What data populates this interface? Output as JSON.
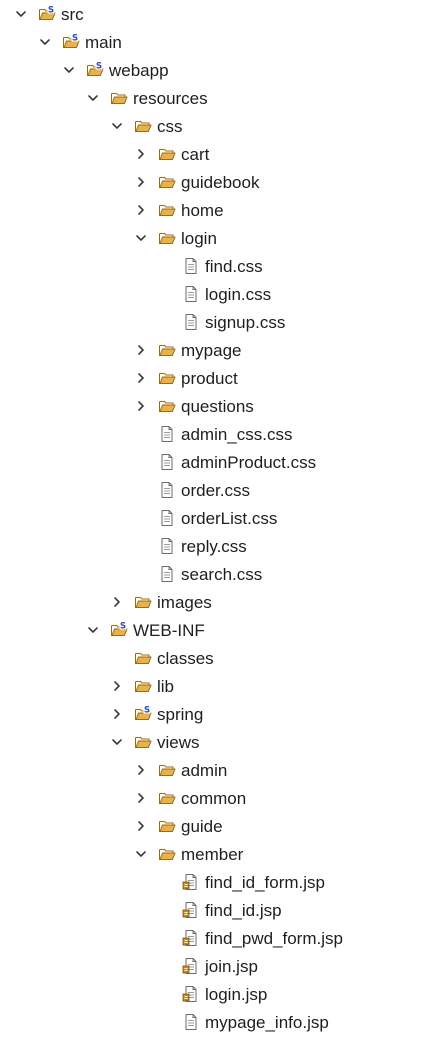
{
  "tree": [
    {
      "label": "src",
      "depth": 0,
      "type": "source-folder",
      "toggle": "open"
    },
    {
      "label": "main",
      "depth": 1,
      "type": "source-folder",
      "toggle": "open"
    },
    {
      "label": "webapp",
      "depth": 2,
      "type": "source-folder",
      "toggle": "open"
    },
    {
      "label": "resources",
      "depth": 3,
      "type": "folder-open",
      "toggle": "open"
    },
    {
      "label": "css",
      "depth": 4,
      "type": "folder-open",
      "toggle": "open"
    },
    {
      "label": "cart",
      "depth": 5,
      "type": "folder",
      "toggle": "closed"
    },
    {
      "label": "guidebook",
      "depth": 5,
      "type": "folder",
      "toggle": "closed"
    },
    {
      "label": "home",
      "depth": 5,
      "type": "folder",
      "toggle": "closed"
    },
    {
      "label": "login",
      "depth": 5,
      "type": "folder-open",
      "toggle": "open"
    },
    {
      "label": "find.css",
      "depth": 6,
      "type": "file",
      "toggle": "none"
    },
    {
      "label": "login.css",
      "depth": 6,
      "type": "file",
      "toggle": "none"
    },
    {
      "label": "signup.css",
      "depth": 6,
      "type": "file",
      "toggle": "none"
    },
    {
      "label": "mypage",
      "depth": 5,
      "type": "folder",
      "toggle": "closed"
    },
    {
      "label": "product",
      "depth": 5,
      "type": "folder",
      "toggle": "closed"
    },
    {
      "label": "questions",
      "depth": 5,
      "type": "folder",
      "toggle": "closed"
    },
    {
      "label": "admin_css.css",
      "depth": 5,
      "type": "file",
      "toggle": "none"
    },
    {
      "label": "adminProduct.css",
      "depth": 5,
      "type": "file",
      "toggle": "none"
    },
    {
      "label": "order.css",
      "depth": 5,
      "type": "file",
      "toggle": "none"
    },
    {
      "label": "orderList.css",
      "depth": 5,
      "type": "file",
      "toggle": "none"
    },
    {
      "label": "reply.css",
      "depth": 5,
      "type": "file",
      "toggle": "none"
    },
    {
      "label": "search.css",
      "depth": 5,
      "type": "file",
      "toggle": "none"
    },
    {
      "label": "images",
      "depth": 4,
      "type": "folder",
      "toggle": "closed"
    },
    {
      "label": "WEB-INF",
      "depth": 3,
      "type": "source-folder",
      "toggle": "open"
    },
    {
      "label": "classes",
      "depth": 4,
      "type": "folder",
      "toggle": "none"
    },
    {
      "label": "lib",
      "depth": 4,
      "type": "folder",
      "toggle": "closed"
    },
    {
      "label": "spring",
      "depth": 4,
      "type": "source-folder",
      "toggle": "closed"
    },
    {
      "label": "views",
      "depth": 4,
      "type": "folder-open",
      "toggle": "open"
    },
    {
      "label": "admin",
      "depth": 5,
      "type": "folder",
      "toggle": "closed"
    },
    {
      "label": "common",
      "depth": 5,
      "type": "folder",
      "toggle": "closed"
    },
    {
      "label": "guide",
      "depth": 5,
      "type": "folder",
      "toggle": "closed"
    },
    {
      "label": "member",
      "depth": 5,
      "type": "folder-open",
      "toggle": "open"
    },
    {
      "label": "find_id_form.jsp",
      "depth": 6,
      "type": "jsp",
      "toggle": "none"
    },
    {
      "label": "find_id.jsp",
      "depth": 6,
      "type": "jsp",
      "toggle": "none"
    },
    {
      "label": "find_pwd_form.jsp",
      "depth": 6,
      "type": "jsp",
      "toggle": "none"
    },
    {
      "label": "join.jsp",
      "depth": 6,
      "type": "jsp",
      "toggle": "none"
    },
    {
      "label": "login.jsp",
      "depth": 6,
      "type": "jsp",
      "toggle": "none"
    },
    {
      "label": "mypage_info.jsp",
      "depth": 6,
      "type": "file",
      "toggle": "none"
    }
  ],
  "colors": {
    "folder": "#e9b04c",
    "folder_outline": "#9a6a14",
    "source_badge": "#2a46c8",
    "file_outline": "#6b6b6b",
    "jsp_accent": "#c58a22",
    "toggle": "#3c3c3c"
  }
}
